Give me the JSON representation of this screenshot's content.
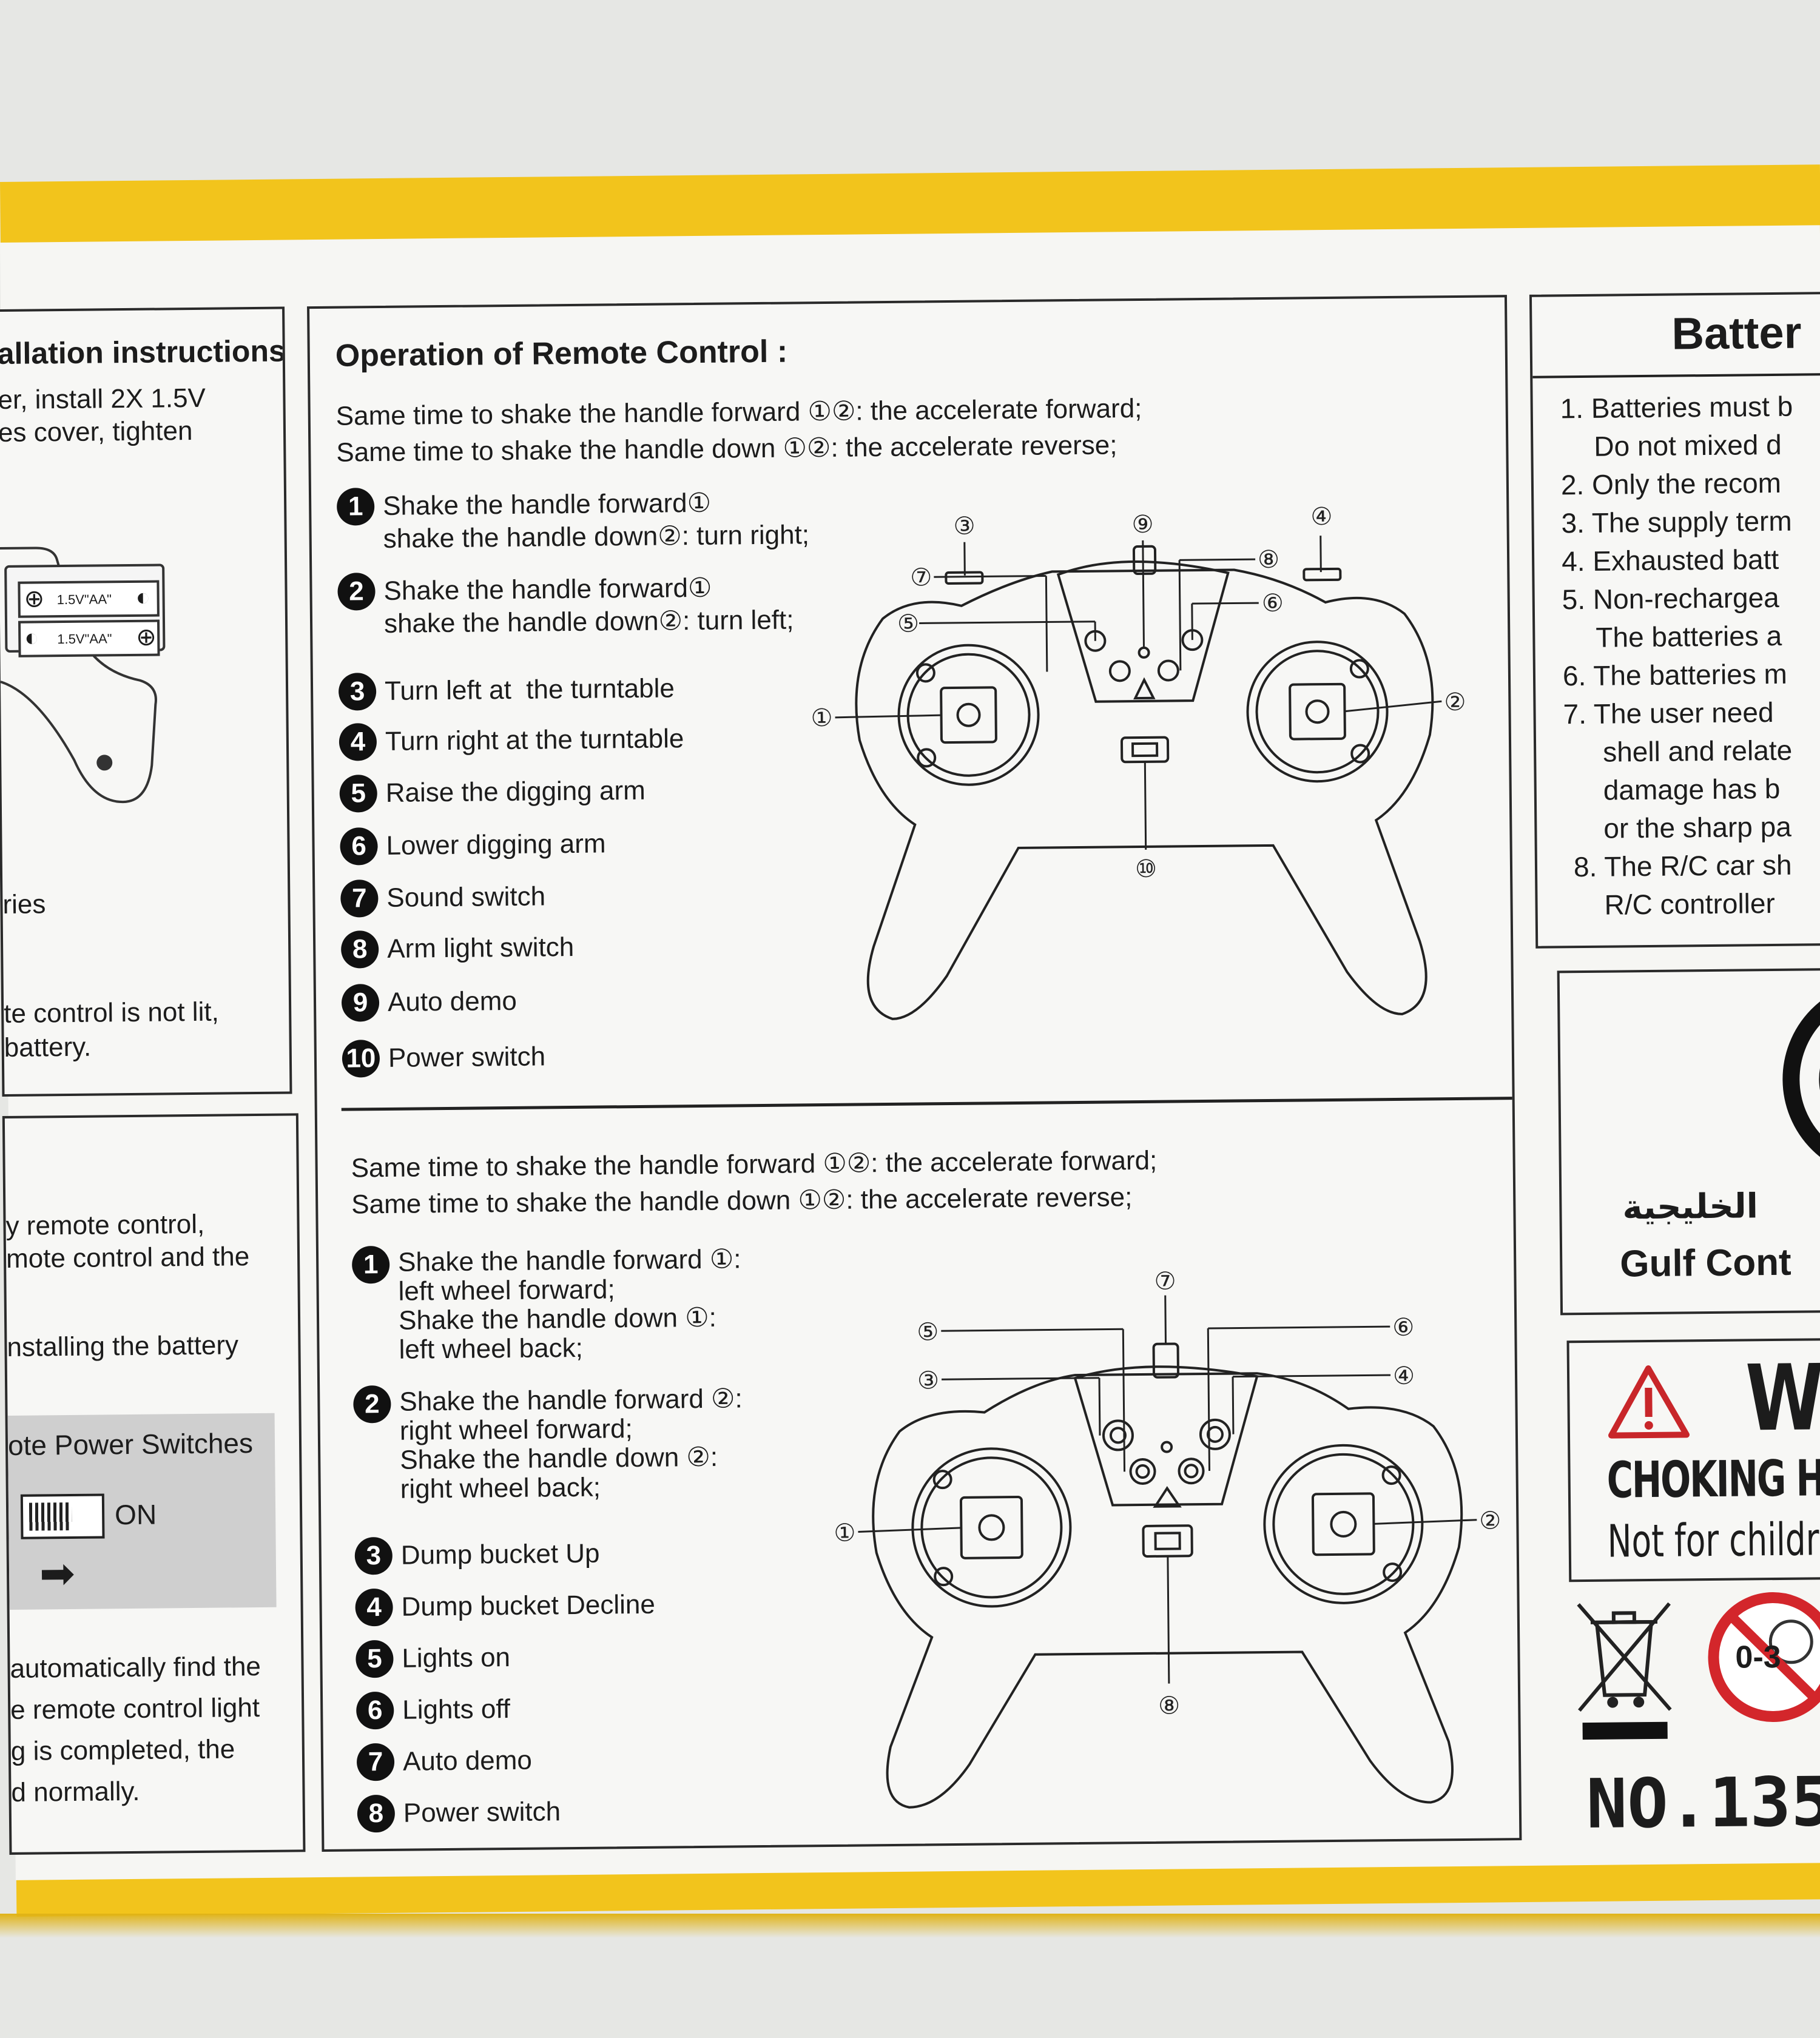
{
  "left_panel": {
    "install_heading": "allation instructions:",
    "install_lines": [
      "er, install 2X 1.5V",
      "es cover, tighten"
    ],
    "battery_labels": [
      "1.5V\"AA\"",
      "1.5V\"AA\""
    ],
    "frag_ries": "ries",
    "lit_lines": [
      "te control is not lit,",
      "battery."
    ],
    "lower_lines": [
      "y remote control,",
      "mote control and the"
    ],
    "installing_line": "nstalling the battery",
    "power_switch_title": "ote Power Switches",
    "on_label": "ON",
    "auto_lines": [
      "automatically find the",
      "e remote control light",
      "g is completed, the",
      "d normally."
    ]
  },
  "main_panel": {
    "heading": "Operation of Remote Control :",
    "excavator_intro": [
      "Same time to shake the handle forward ①②:  the accelerate forward;",
      "Same time to shake the handle down ①②:  the accelerate reverse;"
    ],
    "excavator_items": [
      {
        "num": "1",
        "text": "Shake the handle forward①\nshake the handle down②: turn right;"
      },
      {
        "num": "2",
        "text": "Shake the handle forward①\nshake the handle down②: turn left;"
      },
      {
        "num": "3",
        "text": "Turn left at  the turntable"
      },
      {
        "num": "4",
        "text": "Turn right at the turntable"
      },
      {
        "num": "5",
        "text": "Raise the digging arm"
      },
      {
        "num": "6",
        "text": "Lower digging arm"
      },
      {
        "num": "7",
        "text": "Sound switch"
      },
      {
        "num": "8",
        "text": "Arm light switch"
      },
      {
        "num": "9",
        "text": "Auto demo"
      },
      {
        "num": "10",
        "text": "Power switch"
      }
    ],
    "excavator_callouts": [
      "①",
      "②",
      "③",
      "④",
      "⑤",
      "⑥",
      "⑦",
      "⑧",
      "⑨",
      "⑩"
    ],
    "truck_intro": [
      "Same time to shake the handle forward ①②:  the accelerate forward;",
      "Same time to shake the handle down ①②:  the accelerate reverse;"
    ],
    "truck_items": [
      {
        "num": "1",
        "text": "Shake the handle forward ①:\nleft wheel forward;\nShake the handle down ①:\nleft wheel back;"
      },
      {
        "num": "2",
        "text": "Shake the handle forward ②:\nright wheel forward;\nShake the handle down ②:\nright wheel back;"
      },
      {
        "num": "3",
        "text": "Dump bucket Up"
      },
      {
        "num": "4",
        "text": "Dump bucket Decline"
      },
      {
        "num": "5",
        "text": "Lights on"
      },
      {
        "num": "6",
        "text": "Lights off"
      },
      {
        "num": "7",
        "text": "Auto demo"
      },
      {
        "num": "8",
        "text": "Power switch"
      }
    ],
    "truck_callouts": [
      "①",
      "②",
      "③",
      "④",
      "⑤",
      "⑥",
      "⑦",
      "⑧"
    ]
  },
  "right_panel": {
    "battery_title": "Batter",
    "battery_lines": [
      "1. Batteries must b",
      "Do not mixed d",
      "2. Only the recom",
      "3. The supply term",
      "4. Exhausted batt",
      "5. Non-rechargea",
      "The batteries a",
      "6. The batteries m",
      "7. The user need",
      "shell and relate",
      "damage has b",
      "or the sharp pa",
      "8. The R/C car sh",
      "R/C controller"
    ],
    "brand_arabic": "الخليجية",
    "brand_english": "Gulf Cont",
    "warning_word": "WA",
    "choking_text": "CHOKING HA",
    "not_for_text": "Not for childre",
    "age_label": "0-3",
    "model_number": "NO.135"
  }
}
